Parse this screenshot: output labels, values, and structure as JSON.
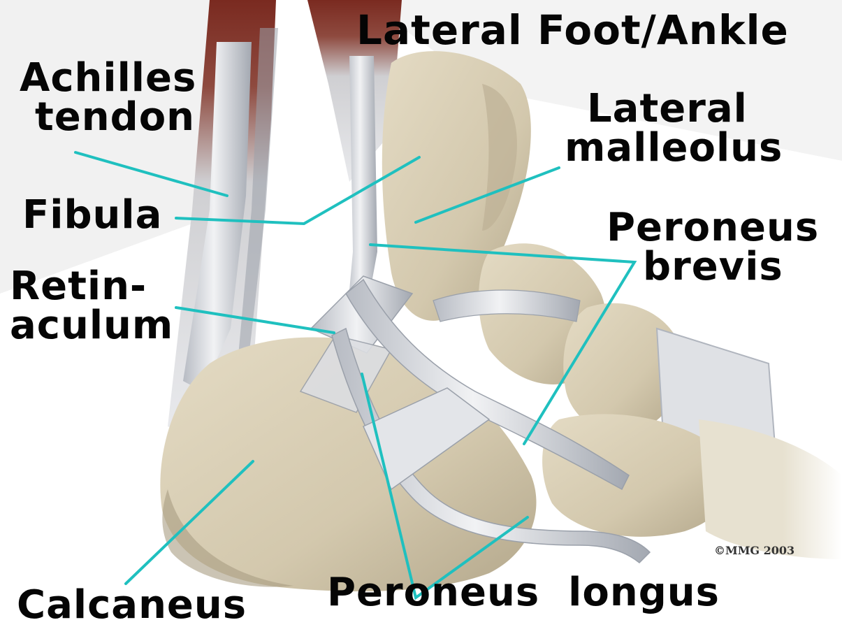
{
  "title": "Lateral Foot/Ankle",
  "labels": {
    "achilles": [
      "Achilles",
      "tendon"
    ],
    "fibula": [
      "Fibula"
    ],
    "retinaculum": [
      "Retin-",
      "aculum"
    ],
    "lateral_malleolus": [
      "Lateral",
      "malleolus"
    ],
    "peroneus_brevis": [
      "Peroneus",
      "brevis"
    ],
    "calcaneus": [
      "Calcaneus"
    ],
    "peroneus_longus": [
      "Peroneus  longus"
    ]
  },
  "copyright": "©MMG 2003",
  "colors": {
    "leader": "#1fc0bf",
    "bone": "#d9cfb6",
    "bone_shadow": "#a89d82",
    "tendon": "#e6e8ec",
    "tendon_shadow": "#9fa4ad",
    "muscle": "#7a2a20",
    "background": "#ffffff"
  }
}
